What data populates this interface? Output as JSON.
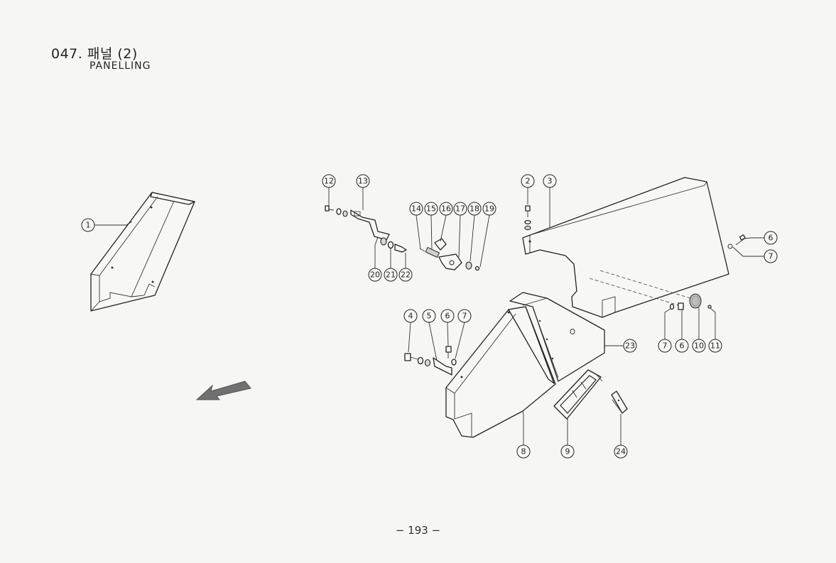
{
  "header": {
    "title": "047. 패널 (2)",
    "subtitle": "PANELLING"
  },
  "footer": {
    "page_number": "− 193 −"
  },
  "callouts": [
    {
      "id": "c1",
      "label": "1"
    },
    {
      "id": "c2",
      "label": "2"
    },
    {
      "id": "c3",
      "label": "3"
    },
    {
      "id": "c4",
      "label": "4"
    },
    {
      "id": "c5",
      "label": "5"
    },
    {
      "id": "c6a",
      "label": "6"
    },
    {
      "id": "c6b",
      "label": "6"
    },
    {
      "id": "c6c",
      "label": "6"
    },
    {
      "id": "c7a",
      "label": "7"
    },
    {
      "id": "c7b",
      "label": "7"
    },
    {
      "id": "c7c",
      "label": "7"
    },
    {
      "id": "c8",
      "label": "8"
    },
    {
      "id": "c9",
      "label": "9"
    },
    {
      "id": "c10",
      "label": "10"
    },
    {
      "id": "c11",
      "label": "11"
    },
    {
      "id": "c12",
      "label": "12"
    },
    {
      "id": "c13",
      "label": "13"
    },
    {
      "id": "c14",
      "label": "14"
    },
    {
      "id": "c15",
      "label": "15"
    },
    {
      "id": "c16",
      "label": "16"
    },
    {
      "id": "c17",
      "label": "17"
    },
    {
      "id": "c18",
      "label": "18"
    },
    {
      "id": "c19",
      "label": "19"
    },
    {
      "id": "c20",
      "label": "20"
    },
    {
      "id": "c21",
      "label": "21"
    },
    {
      "id": "c22",
      "label": "22"
    },
    {
      "id": "c23",
      "label": "23"
    },
    {
      "id": "c24",
      "label": "24"
    }
  ]
}
